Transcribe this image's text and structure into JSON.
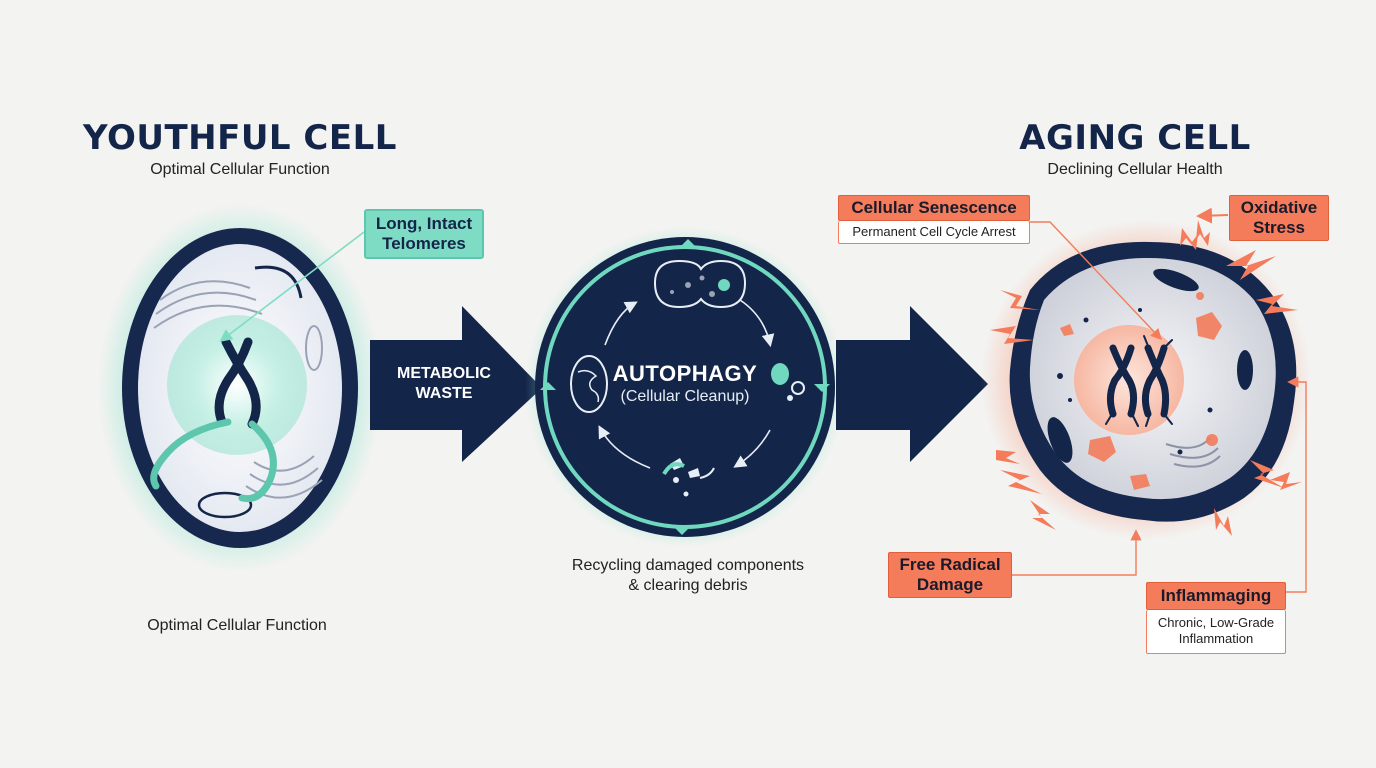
{
  "youthful": {
    "title": "YOUTHFUL CELL",
    "subtitle": "Optimal Cellular Function",
    "caption": "Optimal Cellular Function",
    "telomeres_label": "Long, Intact Telomeres"
  },
  "arrow_left": {
    "label": "METABOLIC WASTE"
  },
  "autophagy": {
    "title": "AUTOPHAGY",
    "subtitle": "(Cellular Cleanup)",
    "caption": "Recycling damaged components & clearing debris"
  },
  "aging": {
    "title": "AGING CELL",
    "subtitle": "Declining Cellular Health",
    "senescence": {
      "label": "Cellular Senescence",
      "detail": "Permanent Cell Cycle Arrest"
    },
    "oxidative": {
      "label": "Oxidative Stress"
    },
    "free_radical": {
      "label": "Free Radical Damage"
    },
    "inflammaging": {
      "label": "Inflammaging",
      "detail": "Chronic, Low-Grade Inflammation"
    }
  },
  "colors": {
    "navy": "#14254a",
    "teal": "#7fdcc4",
    "orange": "#f47c5a",
    "background": "#f3f3f1"
  }
}
